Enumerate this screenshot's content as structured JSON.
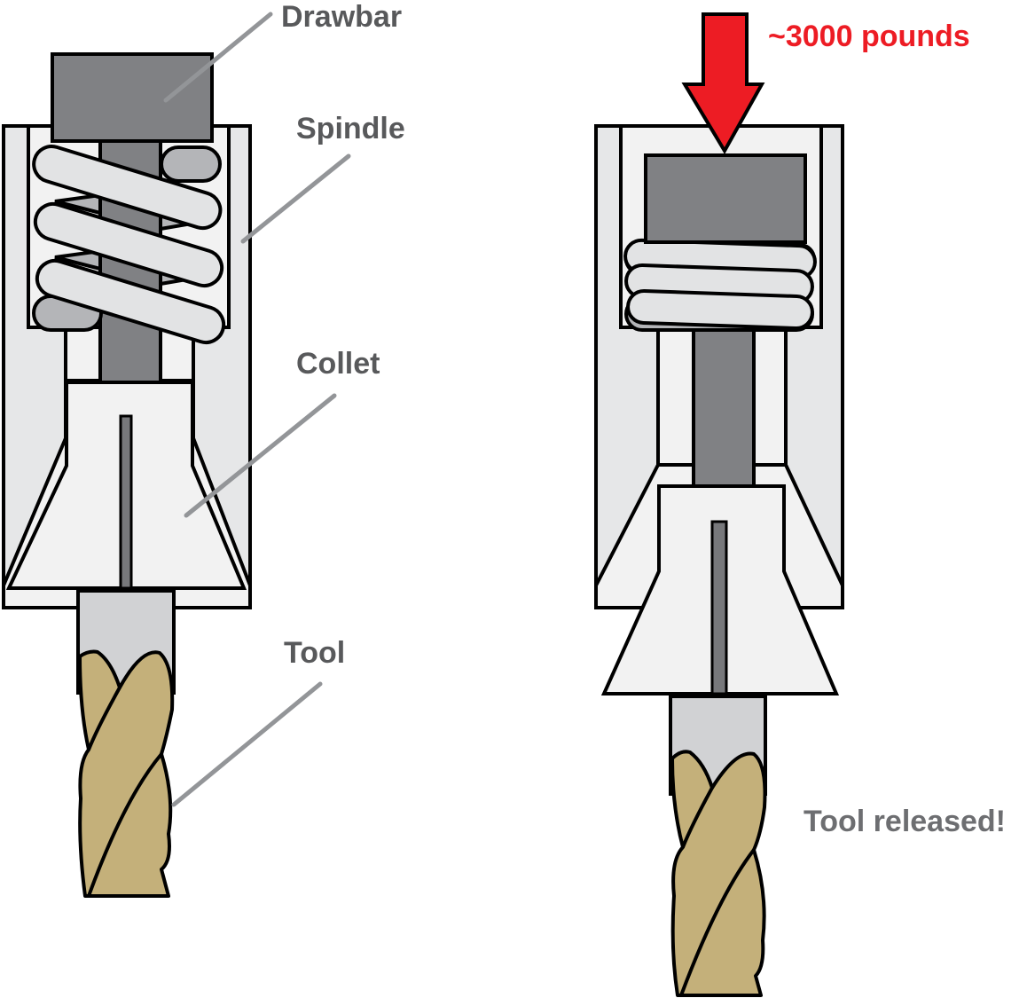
{
  "diagram": {
    "title": "Drawbar tool release mechanism",
    "left_panel": {
      "state": "clamped",
      "labels": {
        "drawbar": "Drawbar",
        "spindle": "Spindle",
        "collet": "Collet",
        "tool": "Tool"
      }
    },
    "right_panel": {
      "state": "released",
      "force_label": "~3000 pounds",
      "status_label": "Tool released!"
    },
    "colors": {
      "spindle_outer": "#e6e7e8",
      "spindle_inner": "#f2f2f2",
      "drawbar": "#808184",
      "spring_front": "#e2e3e4",
      "spring_back": "#b4b5b8",
      "tool_shank": "#d1d2d4",
      "tool_flutes": "#c4b07a",
      "force_arrow": "#ed1c24",
      "label_text": "#58595b",
      "leader_line": "#939598"
    }
  }
}
